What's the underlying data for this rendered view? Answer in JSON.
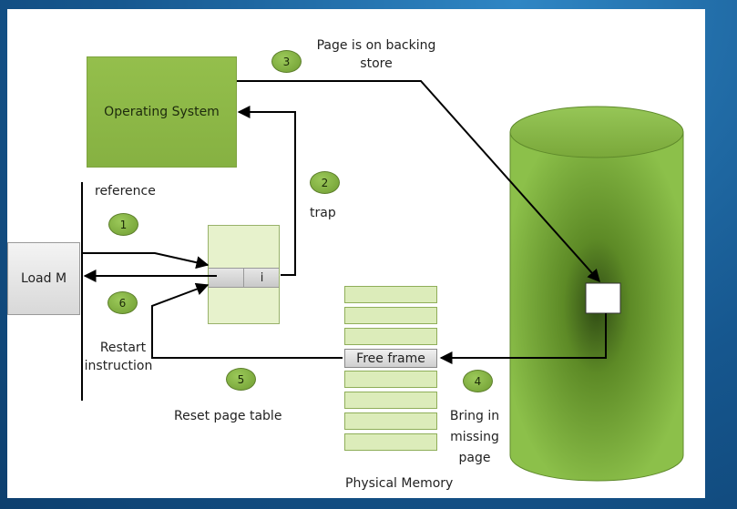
{
  "os_box": {
    "label": "Operating System"
  },
  "process": {
    "label": "Load M"
  },
  "page_table": {
    "invalid_bit": "i"
  },
  "memory": {
    "free_frame": "Free frame",
    "label": "Physical Memory"
  },
  "labels": {
    "reference": "reference",
    "trap": "trap",
    "backing_store_line1": "Page is on backing",
    "backing_store_line2": "store",
    "bring_line1": "Bring in",
    "bring_line2": "missing",
    "bring_line3": "page",
    "reset": "Reset page table",
    "restart_line1": "Restart",
    "restart_line2": "instruction"
  },
  "steps": [
    "1",
    "2",
    "3",
    "4",
    "5",
    "6"
  ],
  "colors": {
    "box_green": "#8ab645",
    "cylinder_green": "#7fb23a",
    "table_fill": "#e7f2cc",
    "background_blue": "#16578f"
  }
}
